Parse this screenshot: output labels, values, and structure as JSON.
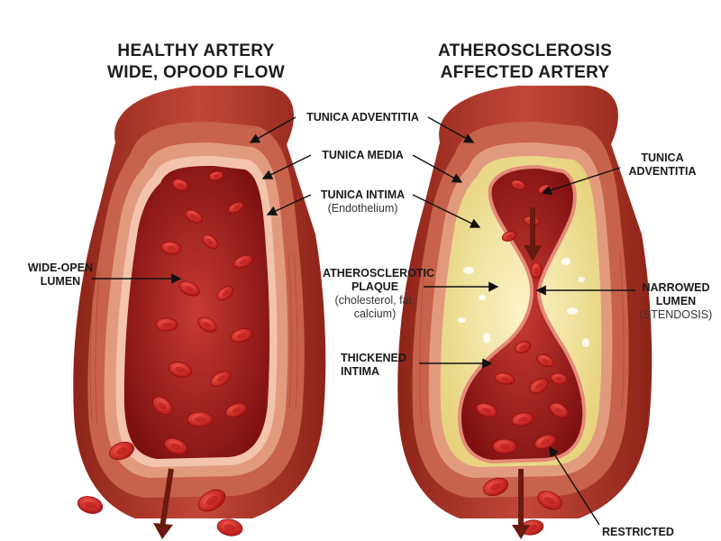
{
  "titles": {
    "healthy_line1": "HEALTHY ARTERY",
    "healthy_line2": "WIDE, OPOOD FLOW",
    "affected_line1": "ATHEROSCLEROSIS",
    "affected_line2": "AFFECTED ARTERY"
  },
  "labels": {
    "tunica_adventitia": "TUNICA ADVENTITIA",
    "tunica_media": "TUNICA MEDIA",
    "tunica_intima": "TUNICA INTIMA",
    "tunica_intima_sub": "(Endothelium)",
    "wide_open_lumen_1": "WIDE-OPEN",
    "wide_open_lumen_2": "LUMEN",
    "plaque_1": "ATHEROSCLEROTIC",
    "plaque_2": "PLAQUE",
    "plaque_sub_1": "(cholesterol, fat,",
    "plaque_sub_2": "calcium)",
    "thickened_1": "THICKENED",
    "thickened_2": "INTIMA",
    "right_adventitia_1": "TUNICA",
    "right_adventitia_2": "ADVENTITIA",
    "narrowed_1": "NARROWED",
    "narrowed_2": "LUMEN",
    "narrowed_sub": "(STENDOSIS)",
    "restricted": "RESTRICTED"
  },
  "colors": {
    "outer_wall": "#b23a2e",
    "media_layer": "#c9765e",
    "intima_layer": "#e7a48c",
    "lumen": "#a81c1c",
    "plaque": "#f2e6a6",
    "blood_cell": "#d21f1f",
    "arrow": "#7a1a12"
  }
}
